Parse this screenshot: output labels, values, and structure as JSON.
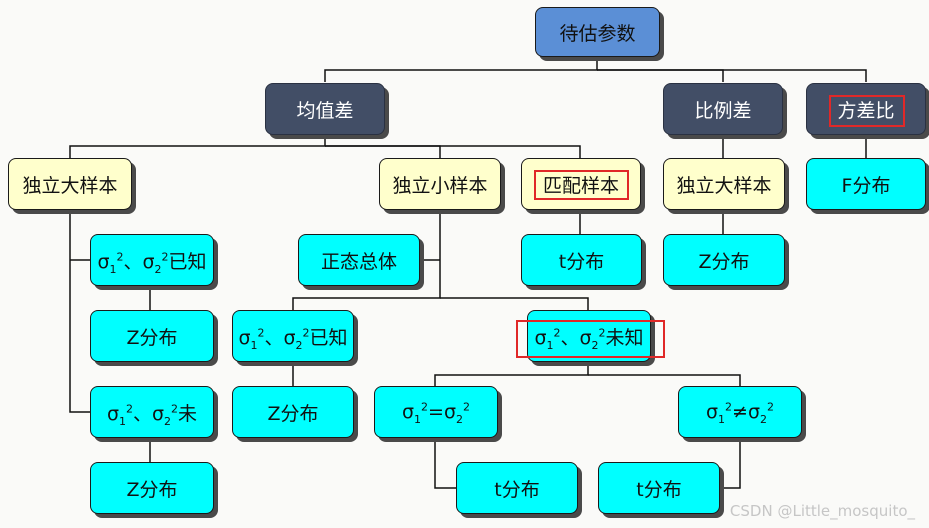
{
  "diagram": {
    "root": "待估参数",
    "mean_diff": {
      "label": "均值差",
      "indep_large": {
        "label": "独立大样本",
        "sigma_known": "已知",
        "z_known": "Z分布",
        "sigma_unknown": "未",
        "z_unknown": "Z分布"
      },
      "indep_small": {
        "label": "独立小样本",
        "normal_pop": "正态总体",
        "sigma_known": "已知",
        "z": "Z分布",
        "sigma_unknown": "未知",
        "equal": "=",
        "not_equal": "≠",
        "t_equal": "t分布",
        "t_not_equal": "t分布"
      },
      "paired": {
        "label": "匹配样本",
        "t": "t分布"
      }
    },
    "ratio": {
      "label": "比例差",
      "indep_large": "独立大样本",
      "z": "Z分布"
    },
    "variance_ratio": {
      "label": "方差比",
      "f": "F分布"
    },
    "sigma_symbol": "σ",
    "sep": "、"
  },
  "watermark": "CSDN @Little_mosquito_"
}
